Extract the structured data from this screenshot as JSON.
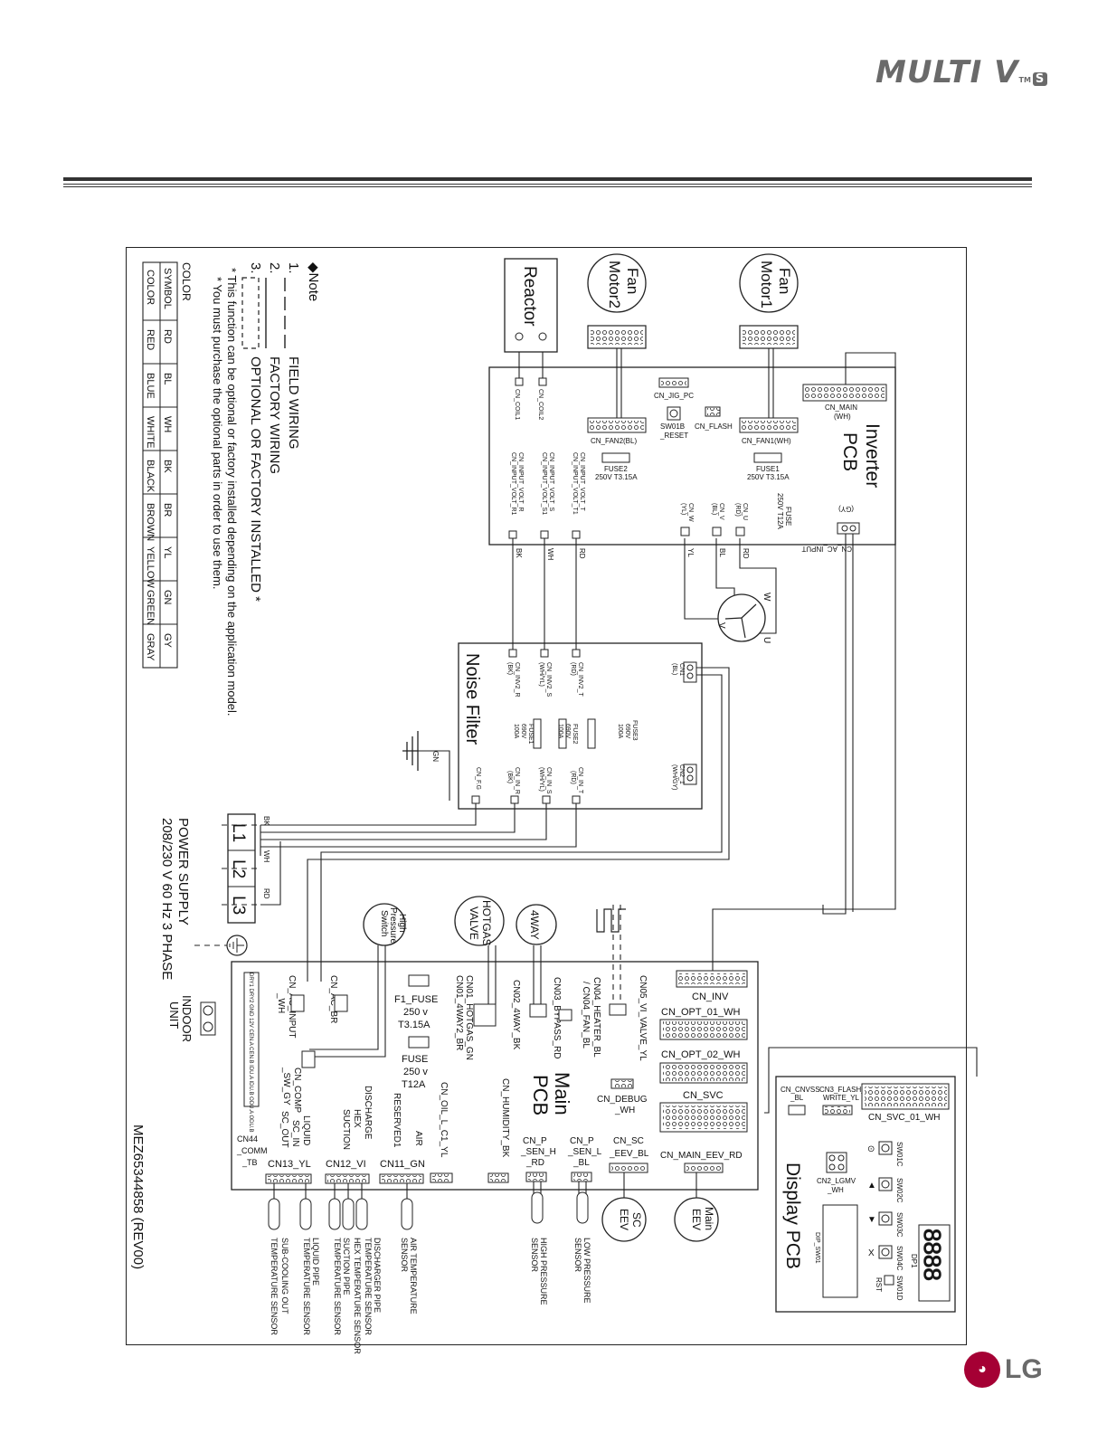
{
  "header": {
    "brand": "MULTI V",
    "brand_tm": "TM",
    "brand_badge": "S"
  },
  "footer": {
    "logo_text": "LG"
  },
  "diagram": {
    "part_number": "MEZ65344858 (REV00)",
    "note": {
      "title": "◆Note",
      "items": [
        "FIELD WIRING",
        "FACTORY WIRING",
        "OPTIONAL OR FACTORY INSTALLED *"
      ],
      "footnote1": "* This function can be optional or factory installed depending on the application model.",
      "footnote2": "* You must purchase the optional parts in order to use them."
    },
    "color_table": {
      "title": "COLOR",
      "header": [
        "SYMBOL",
        "COLOR"
      ],
      "rows": [
        [
          "RD",
          "RED"
        ],
        [
          "BL",
          "BLUE"
        ],
        [
          "WH",
          "WHITE"
        ],
        [
          "BK",
          "BLACK"
        ],
        [
          "BR",
          "BROWN"
        ],
        [
          "YL",
          "YELLOW"
        ],
        [
          "GN",
          "GREEN"
        ],
        [
          "GY",
          "GRAY"
        ]
      ]
    },
    "components": {
      "fan_motor1": [
        "Fan",
        "Motor1"
      ],
      "fan_motor2": [
        "Fan",
        "Motor2"
      ],
      "reactor": "Reactor",
      "inverter_pcb": [
        "Inverter",
        "PCB"
      ],
      "noise_filter": "Noise Filter",
      "main_pcb": [
        "Main",
        "PCB"
      ],
      "display_pcb": "Display PCB",
      "high_pressure_switch": [
        "High",
        "Pressure",
        "Switch"
      ],
      "hotgas_valve": [
        "HOTGAS",
        "VALVE"
      ],
      "fourway": "4WAY",
      "sc_eev": [
        "SC",
        "EEV"
      ],
      "main_eev": [
        "Main",
        "EEV"
      ],
      "indoor_unit": [
        "INDOOR",
        "UNIT"
      ],
      "power_supply": [
        "POWER SUPPLY",
        "208/230 V 60 Hz 3 PHASE"
      ],
      "terminals": [
        "L1",
        "L2",
        "L3"
      ]
    },
    "inverter_labels": {
      "cn_main": [
        "CN_MAIN",
        "(WH)"
      ],
      "cn_jig_pc": "CN_JIG_PC",
      "sw01b": [
        "SW01B",
        "_RESET"
      ],
      "cn_flash": "CN_FLASH",
      "cn_fan2": "CN_FAN2(BL)",
      "cn_fan1": "CN_FAN1(WH)",
      "fuse2": [
        "FUSE2",
        "250V T3.15A"
      ],
      "fuse1": [
        "FUSE1",
        "250V T3.15A"
      ],
      "fuse": [
        "FUSE",
        "250V T12A"
      ],
      "cn_ac_input": [
        "CN_AC_INPUT",
        "(GY)"
      ],
      "cn_coil1": "CN_COIL1",
      "cn_coil2": "CN_COIL2",
      "cn_input_r": [
        "CN_INPUT_VOLT_R",
        "CN_INPUT_VOLT_R1"
      ],
      "cn_input_s": [
        "CN_INPUT_VOLT_S",
        "CN_INPUT_VOLT_S1"
      ],
      "cn_input_t": [
        "CN_INPUT_VOLT_T",
        "CN_INPUT_VOLT_T1"
      ],
      "cn_w": [
        "CN_W",
        "(YL)"
      ],
      "cn_v": [
        "CN_V",
        "(BL)"
      ],
      "cn_u": [
        "CN_U",
        "(RD)"
      ]
    },
    "wire_colors": {
      "bk": "BK",
      "wh": "WH",
      "rd": "RD",
      "yl": "YL",
      "bl": "BL",
      "gn": "GN"
    },
    "motor_phases": [
      "U",
      "V",
      "W"
    ],
    "noise_filter_labels": {
      "cn1": [
        "CN1",
        "(BL)"
      ],
      "cn_inv2_r": [
        "CN_INV2_R",
        "(BK)"
      ],
      "cn_inv2_s": [
        "CN_INV2_S",
        "(WH/YL)"
      ],
      "cn_inv2_t": [
        "CN_INV2_T",
        "(RD)"
      ],
      "fuse3": [
        "FUSE3",
        "690V",
        "100A"
      ],
      "fuse2": [
        "FUSE2",
        "690V",
        "100A"
      ],
      "fuse1": [
        "FUSE1",
        "690V",
        "100A"
      ],
      "cn2_1": [
        "CN2_1",
        "(WH/GY)"
      ],
      "cn_fg": "CN_F.G",
      "cn_in_r": [
        "CN_IN_R",
        "(BK)"
      ],
      "cn_in_s": [
        "CN_IN_S",
        "(WH/YL)"
      ],
      "cn_in_t": [
        "CN_IN_T",
        "(RD)"
      ]
    },
    "main_labels": {
      "cn_inv": "CN_INV",
      "cn_opt_01": "CN_OPT_01_WH",
      "cn_opt_02": "CN_OPT_02_WH",
      "cn_svc": "CN_SVC",
      "cn_debug": [
        "CN_DEBUG",
        "_WH"
      ],
      "cn_main_eev": "CN_MAIN_EEV_RD",
      "cn_sc_eev": [
        "CN_SC",
        "_EEV_BL"
      ],
      "cn_p_sen_l": [
        "CN_P",
        "_SEN_L",
        "_BL"
      ],
      "cn_p_sen_h": [
        "CN_P",
        "_SEN_H",
        "_RD"
      ],
      "cn_humidity": "CN_HUMIDITY_BK",
      "cn_oil": "CN_OIL_L_C1_YL",
      "cn05": "CN05_VI_VALVE_YL",
      "cn04": [
        "CN04_HEATER_BL",
        "/ CN04_FAN_BL"
      ],
      "cn03": [
        "CN03_BYPASS_RD"
      ],
      "cn02": [
        "CN02_4WAY_BK"
      ],
      "cn01": [
        "CN01_HOTGAS_GN",
        "CN01_4WAY2_BR"
      ],
      "f1_fuse": [
        "F1_FUSE",
        "250 v",
        "T3.15A"
      ],
      "fuse_main": [
        "FUSE",
        "250 v",
        "T12A"
      ],
      "cn_ac_br": "CN_AC_BR",
      "cn_ac_input": [
        "CN_AC_INPUT",
        "_WH"
      ],
      "cn_comp": [
        "CN_COMP",
        "_SW_GY"
      ],
      "cn44": [
        "CN44",
        "_COMM",
        "_TB"
      ],
      "cn13": "CN13_YL",
      "cn12": "CN12_VI",
      "cn11": "CN11_GN",
      "sensor_group_13": [
        "LIQUID",
        "SC_IN",
        "SC_OUT"
      ],
      "sensor_group_12": [
        "DISCHARGE",
        "HEX",
        "SUCTION"
      ],
      "sensor_group_11": [
        "AIR",
        "RESERVED1"
      ],
      "comm_terminals": "DRY1 DRY2 GND 12V  CEN.A CEN.B IDU.A IDU.B ODU.A ODU.B"
    },
    "sensors": {
      "low_pressure": [
        "LOW PRESSURE",
        "SENSOR"
      ],
      "high_pressure": [
        "HIGH PRESSURE",
        "SENSOR"
      ],
      "air_temp": [
        "AIR TEMPERATURE",
        "SENSOR"
      ],
      "discharge": [
        "DISCHARGER PIPE",
        "TEMPERATURE SENSOR",
        "HEX TEMPERATURE SENSOR",
        "SUCTION PIPE",
        "TEMPERATURE SENSOR"
      ],
      "liquid": [
        "LIQUID PIPE",
        "TEMPERATURE SENSOR",
        "SUB-COOLING OUT",
        "TEMPERATURE SENSOR"
      ]
    },
    "display_labels": {
      "cn_cnvss": [
        "CN_CNVSS",
        "_BL"
      ],
      "cn3_flash": [
        "CN3_FLASH_",
        "WRITE_YL"
      ],
      "cn_svc_01": "CN_SVC_01_WH",
      "cn2_lgmv": [
        "CN2_LGMV",
        "_WH"
      ],
      "dip_sw": "DIP_SW01",
      "buttons": [
        "SW01C",
        "SW02C",
        "SW03C",
        "SW04C",
        "SW01D"
      ],
      "button_symbols": [
        "⊙",
        "▲",
        "▼",
        "X"
      ],
      "rst": "RST",
      "dp1": "DP1",
      "seg_display": "8888"
    }
  }
}
